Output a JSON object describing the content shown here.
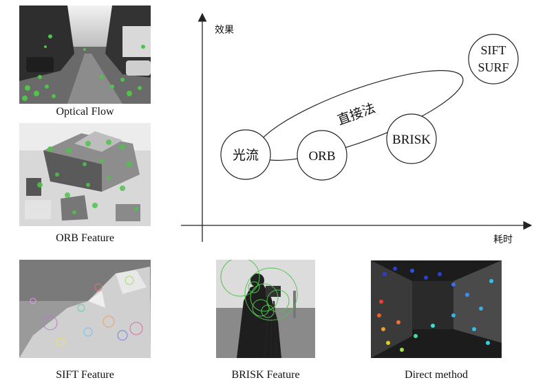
{
  "captions": {
    "optical_flow": "Optical Flow",
    "orb_feature": "ORB Feature",
    "sift_feature": "SIFT Feature",
    "brisk_feature": "BRISK Feature",
    "direct_method": "Direct method"
  },
  "diagram": {
    "y_axis_label": "效果",
    "x_axis_label": "耗时",
    "ellipse_label": "直接法",
    "nodes": {
      "optical_flow": "光流",
      "orb": "ORB",
      "brisk": "BRISK",
      "sift_line1": "SIFT",
      "sift_line2": "SURF"
    }
  },
  "colors": {
    "keypoint_green": "#4fc34a",
    "axis": "#222222"
  }
}
